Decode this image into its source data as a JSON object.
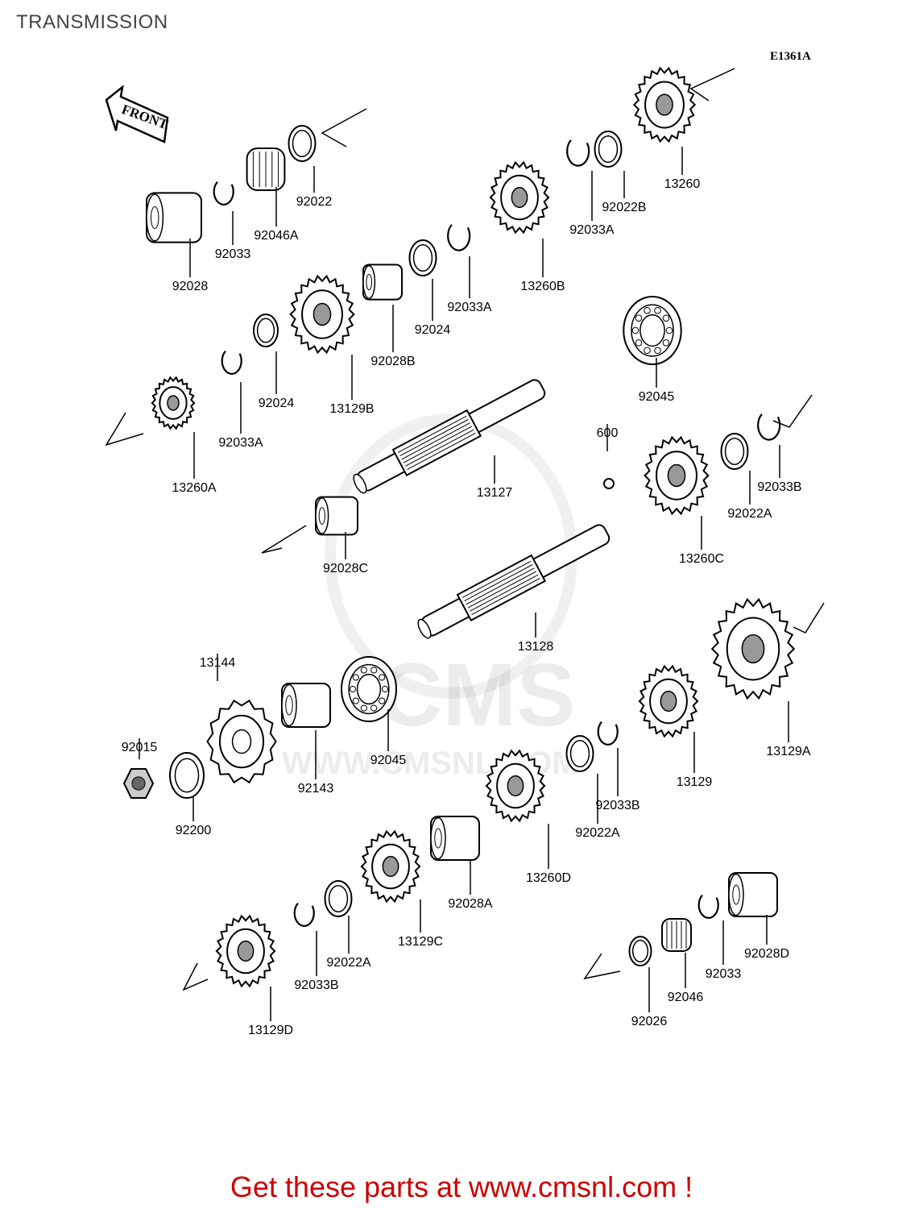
{
  "title": "TRANSMISSION",
  "diagram_code": "E1361A",
  "front_label": "FRONT",
  "watermark": {
    "logo": "CMS",
    "url": "WWW.CMSNL.COM"
  },
  "footer": "Get these parts at www.cmsnl.com !",
  "parts": [
    {
      "label": "92028",
      "type": "collar"
    },
    {
      "label": "92033",
      "type": "circlip"
    },
    {
      "label": "92046A",
      "type": "needle-bearing"
    },
    {
      "label": "92022",
      "type": "washer"
    },
    {
      "label": "13260",
      "type": "gear"
    },
    {
      "label": "92022B",
      "type": "toothed-washer"
    },
    {
      "label": "92033A",
      "type": "circlip"
    },
    {
      "label": "13260B",
      "type": "gear"
    },
    {
      "label": "92033A",
      "type": "circlip"
    },
    {
      "label": "92024",
      "type": "washer"
    },
    {
      "label": "92028B",
      "type": "splined-bushing"
    },
    {
      "label": "13129B",
      "type": "gear"
    },
    {
      "label": "92024",
      "type": "washer"
    },
    {
      "label": "92033A",
      "type": "circlip"
    },
    {
      "label": "13260A",
      "type": "gear"
    },
    {
      "label": "92045",
      "type": "ball-bearing"
    },
    {
      "label": "13127",
      "type": "shaft"
    },
    {
      "label": "600",
      "type": "ball"
    },
    {
      "label": "92033B",
      "type": "circlip"
    },
    {
      "label": "92022A",
      "type": "toothed-washer"
    },
    {
      "label": "13260C",
      "type": "gear"
    },
    {
      "label": "92028C",
      "type": "bushing"
    },
    {
      "label": "13128",
      "type": "shaft"
    },
    {
      "label": "13144",
      "type": "sprocket"
    },
    {
      "label": "92015",
      "type": "nut"
    },
    {
      "label": "92200",
      "type": "lock-washer"
    },
    {
      "label": "92143",
      "type": "collar"
    },
    {
      "label": "92045",
      "type": "ball-bearing"
    },
    {
      "label": "13129A",
      "type": "gear"
    },
    {
      "label": "13129",
      "type": "gear"
    },
    {
      "label": "92033B",
      "type": "circlip"
    },
    {
      "label": "92022A",
      "type": "toothed-washer"
    },
    {
      "label": "13260D",
      "type": "gear"
    },
    {
      "label": "92028A",
      "type": "splined-bushing"
    },
    {
      "label": "13129C",
      "type": "gear"
    },
    {
      "label": "92022A",
      "type": "toothed-washer"
    },
    {
      "label": "92033B",
      "type": "circlip"
    },
    {
      "label": "13129D",
      "type": "gear"
    },
    {
      "label": "92028D",
      "type": "collar"
    },
    {
      "label": "92033",
      "type": "circlip"
    },
    {
      "label": "92046",
      "type": "needle-bearing"
    },
    {
      "label": "92026",
      "type": "washer"
    }
  ]
}
